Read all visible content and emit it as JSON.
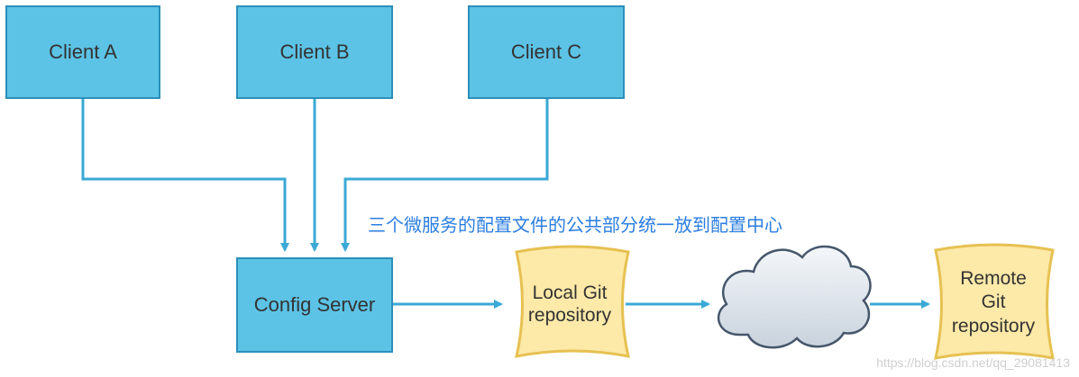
{
  "clients": [
    {
      "label": "Client A"
    },
    {
      "label": "Client B"
    },
    {
      "label": "Client C"
    }
  ],
  "config_server": {
    "label": "Config Server"
  },
  "caption": "三个微服务的配置文件的公共部分统一放到配置中心",
  "local_git": {
    "label": "Local Git\nrepository"
  },
  "remote_git": {
    "label": "Remote\nGit\nrepository"
  },
  "cloud": {
    "icon": "cloud-icon"
  },
  "watermark": "https://blog.csdn.net/qq_29081413",
  "colors": {
    "box_fill": "#5cc3e6",
    "box_border": "#2b8fb9",
    "connector": "#3aa9d6",
    "scroll_fill": "#fde9a8",
    "scroll_border": "#e6c152",
    "cloud_fill": "#dfe6ee",
    "caption": "#2b7ee0"
  }
}
